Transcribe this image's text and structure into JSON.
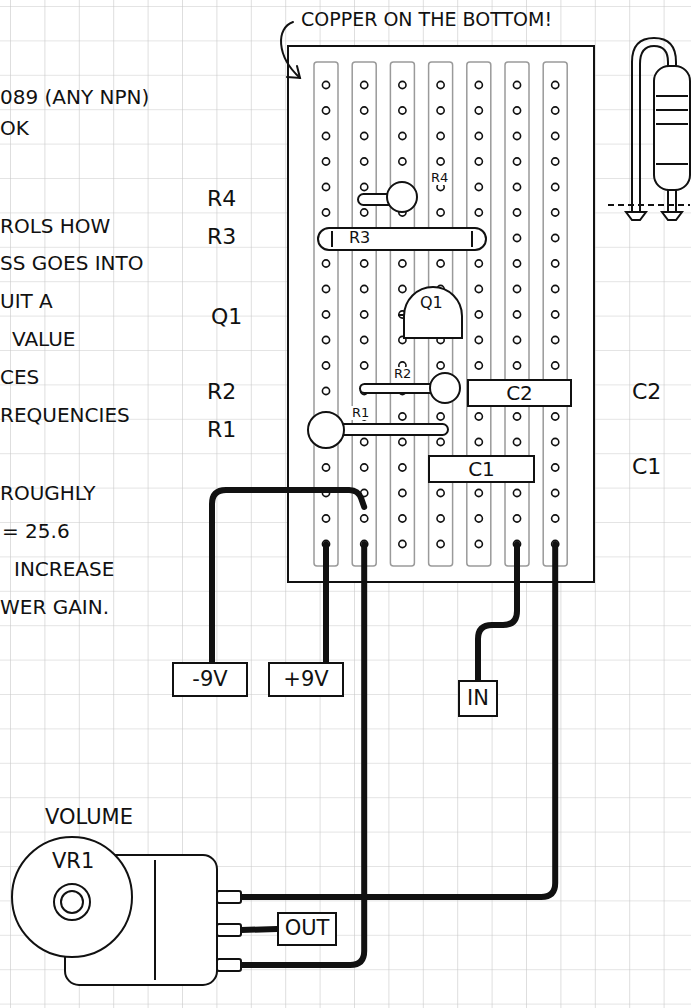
{
  "diagram": {
    "nodes": [
      {
        "text": [
          "COPPER ON THE BOTTOM!"
        ]
      },
      {
        "text": [
          "C2"
        ],
        "in": 0
      },
      {
        "text": [
          "C1"
        ],
        "in": 0
      },
      {
        "text": [
          "-9V"
        ]
      },
      {
        "text": [
          "+9V"
        ]
      },
      {
        "text": [
          "IN"
        ]
      },
      {
        "text": [
          "VOLUME",
          "VR1"
        ]
      },
      {
        "text": [
          "OUT"
        ]
      }
    ],
    "edges": [
      {
        "from": 3,
        "to": 0,
        "arrow": "none"
      },
      {
        "from": 4,
        "to": 0,
        "arrow": "none"
      },
      {
        "from": 5,
        "to": 0,
        "arrow": "none"
      },
      {
        "from": 7,
        "to": 6,
        "arrow": "none"
      },
      {
        "from": 6,
        "to": 0,
        "arrow": "none"
      },
      {
        "from": 6,
        "to": 0,
        "arrow": "none"
      }
    ],
    "labels": [
      "089 (ANY NPN)",
      "OK",
      "ROLS HOW",
      "SS GOES INTO",
      "UIT A",
      "VALUE",
      "CES",
      "REQUENCIES",
      "ROUGHLY",
      "= 25.6",
      "INCREASE",
      "WER GAIN.",
      "R4",
      "R3",
      "Q1",
      "R2",
      "R1",
      "C2",
      "C1",
      "R4",
      "R3",
      "Q1",
      "R2",
      "R1"
    ]
  }
}
